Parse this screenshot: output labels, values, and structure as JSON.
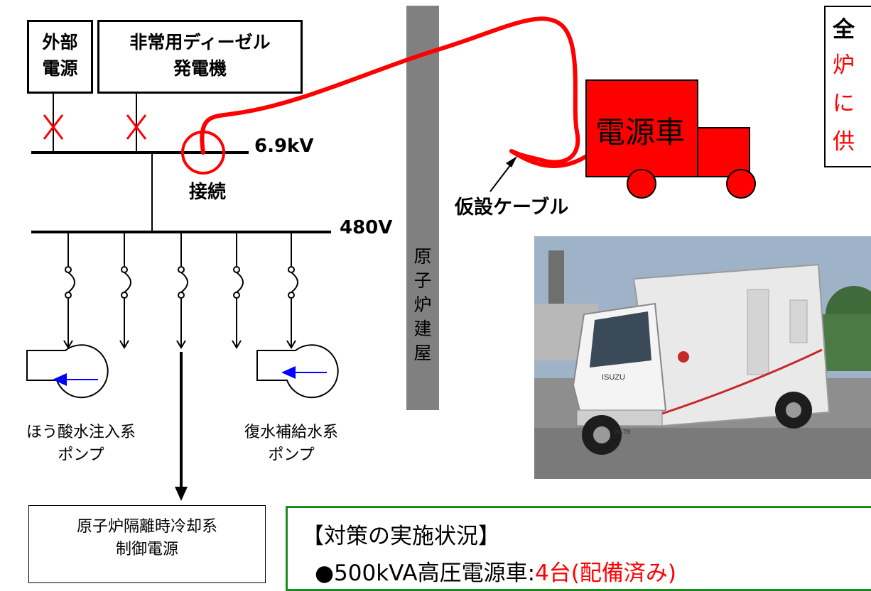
{
  "boxes": {
    "external_power": "外部\n電源",
    "diesel_generator": "非常用ディーゼル\n発電機",
    "control_power": "原子炉隔離時冷却系\n制御電源"
  },
  "labels": {
    "bus_high": "6.9kV",
    "bus_low": "480V",
    "connection": "接続",
    "temp_cable": "仮設ケーブル",
    "power_truck": "電源車",
    "reactor_building": "原子炉建屋",
    "pump_left": "ほう酸水注入系\nポンプ",
    "pump_right": "復水補給水系\nポンプ"
  },
  "note_box": {
    "line1": "全",
    "line2": "炉",
    "line3": "に",
    "line4": "供"
  },
  "status": {
    "heading": "【対策の実施状況】",
    "item_prefix": "●500kVA高圧電源車:",
    "item_value": "4台(配備済み)"
  },
  "photo": {
    "brand_text": "ISUZU",
    "plate_text": "26-78"
  },
  "colors": {
    "red": "#ff0000",
    "blue": "#0000ff",
    "green_border": "#1a8c1a",
    "building_gray": "#808080"
  }
}
